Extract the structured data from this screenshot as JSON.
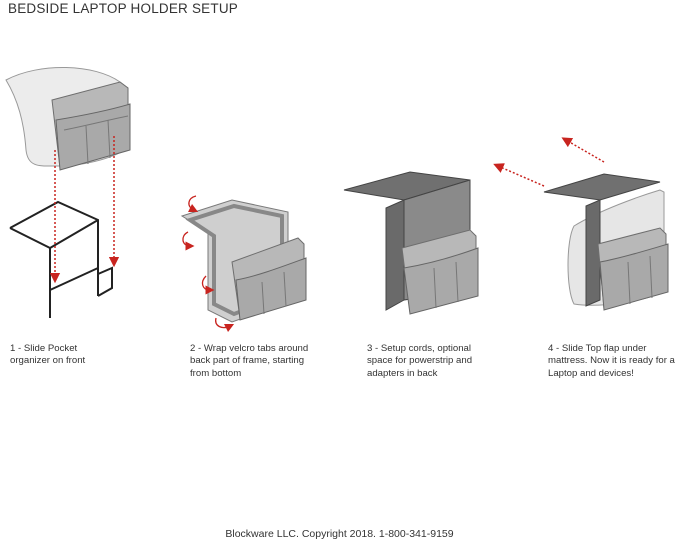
{
  "title": "BEDSIDE LAPTOP HOLDER SETUP",
  "steps": [
    {
      "lines": [
        "1 - Slide Pocket",
        "organizer on front"
      ]
    },
    {
      "lines": [
        "2 - Wrap velcro tabs around",
        "back part of frame, starting",
        "from bottom"
      ]
    },
    {
      "lines": [
        "3 -  Setup cords, optional",
        "space for powerstrip and",
        "adapters in back"
      ]
    },
    {
      "lines": [
        "4 - Slide Top flap under",
        "mattress. Now it is ready for  a",
        "Laptop and devices!"
      ]
    }
  ],
  "footer": "Blockware LLC. Copyright 2018. 1-800-341-9159",
  "colors": {
    "arrow_red": "#c8241f",
    "organizer_gray": "#bdbdbd",
    "frame_dark": "#808080",
    "mattress_light": "#e6e6e6"
  }
}
